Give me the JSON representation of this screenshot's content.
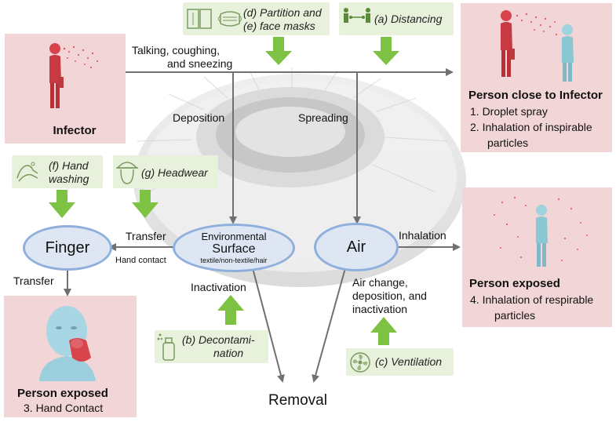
{
  "colors": {
    "pink_panel": "#f2d5d7",
    "green_panel": "#e8f1dc",
    "green_arrow": "#7dc242",
    "flow_arrow": "#707070",
    "node_fill": "#dfe6f3",
    "node_border": "#8fb0dc",
    "infector_red": "#d9434b",
    "exposed_blue": "#9ed3df"
  },
  "icons": {
    "infector": "person-red-coughing-icon",
    "person_close": "two-people-icon",
    "person_exposed": "person-blue-icon",
    "hand_contact": "face-touching-icon",
    "partition": "partition-icon",
    "mask": "face-mask-icon",
    "distancing": "distancing-icon",
    "hand_washing": "hand-washing-icon",
    "headwear": "headwear-icon",
    "decontamination": "spray-bottle-icon",
    "ventilation": "fan-icon",
    "background": "stadium-icon"
  },
  "infector": {
    "title": "Infector"
  },
  "person_close": {
    "title": "Person close to Infector",
    "items": [
      "1. Droplet spray",
      "2. Inhalation of inspirable",
      "particles"
    ]
  },
  "person_exposed_air": {
    "title": "Person exposed",
    "items": [
      "4. Inhalation of respirable",
      "particles"
    ]
  },
  "person_exposed_hand": {
    "title": "Person exposed",
    "item": "3. Hand Contact"
  },
  "measures": {
    "partition": [
      "(d) Partition and",
      "(e) face masks"
    ],
    "distancing": "(a) Distancing",
    "hand_washing": [
      "(f) Hand",
      "washing"
    ],
    "headwear": "(g) Headwear",
    "decontamination": [
      "(b) Decontami-",
      "nation"
    ],
    "ventilation": "(c) Ventilation"
  },
  "nodes": {
    "finger": "Finger",
    "surface": {
      "line1": "Environmental",
      "line2": "Surface",
      "sub": "textile/non-textile/hair"
    },
    "air": "Air"
  },
  "edges": {
    "talking": [
      "Talking, coughing,",
      "and sneezing"
    ],
    "deposition": "Deposition",
    "spreading": "Spreading",
    "transfer_surface": "Transfer",
    "hand_contact": "Hand contact",
    "transfer_finger": "Transfer",
    "inhalation": "Inhalation",
    "inactivation": "Inactivation",
    "air_change": [
      "Air change,",
      "deposition, and",
      "inactivation"
    ],
    "removal": "Removal"
  }
}
